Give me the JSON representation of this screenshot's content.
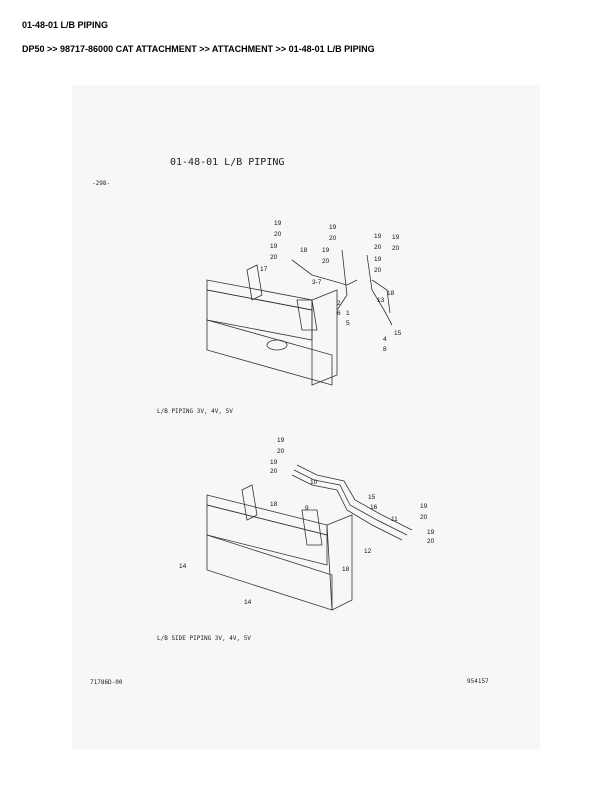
{
  "header": {
    "title": "01-48-01 L/B PIPING",
    "breadcrumb": "DP50 >> 98717-86000 CAT ATTACHMENT >> ATTACHMENT >> 01-48-01 L/B PIPING"
  },
  "sheet": {
    "title": "01-48-01   L/B PIPING",
    "page_ref": "-298-",
    "caption_top": "L/B PIPING 3V, 4V, 5V",
    "caption_bottom": "L/B SIDE PIPING 3V, 4V, 5V",
    "code_left": "71786D-00",
    "code_right": "954157"
  },
  "callouts_top": [
    "19",
    "20",
    "19",
    "20",
    "17",
    "18",
    "19",
    "20",
    "19",
    "20",
    "19",
    "20",
    "19",
    "20",
    "19",
    "20",
    "3-7",
    "2",
    "6",
    "1",
    "5",
    "13",
    "18",
    "4",
    "8",
    "15"
  ],
  "callouts_bottom": [
    "19",
    "20",
    "19",
    "20",
    "10",
    "9",
    "18",
    "15",
    "16",
    "11",
    "12",
    "19",
    "20",
    "19",
    "20",
    "14",
    "14",
    "18"
  ]
}
